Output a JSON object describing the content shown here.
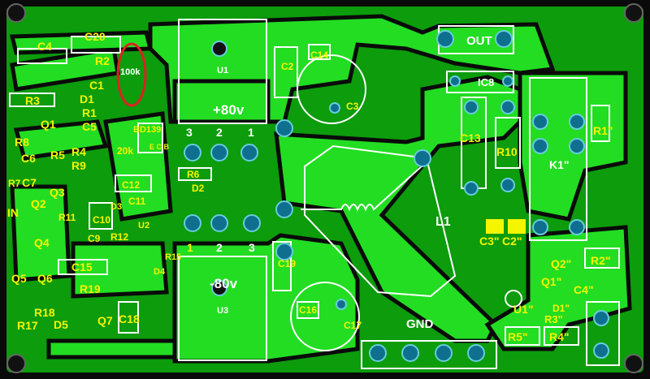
{
  "board": {
    "colors": {
      "background": "#0a0a0a",
      "copper_bg": "#0c9c0c",
      "copper_trace": "#22dd22",
      "silkscreen_label": "#f5f500",
      "silkscreen_line": "#ffffff",
      "pad": "#0f6f8f",
      "highlight_circle": "#dd2222"
    },
    "labels": {
      "c4": "C4",
      "c20": "C20",
      "r2": "R2",
      "pot_value": "100k",
      "r3": "R3",
      "c1": "C1",
      "d1": "D1",
      "r1": "R1",
      "q1": "Q1",
      "c5": "C5",
      "r8": "R8",
      "c6": "C6",
      "r5": "R5",
      "r4": "R4",
      "r9": "R9",
      "r7": "R7",
      "c7": "C7",
      "q3": "Q3",
      "q2": "Q2",
      "in": "IN",
      "bd139": "BD139",
      "bd139_pins": "E C B",
      "pot20k": "20k",
      "r6": "R6",
      "d2": "D2",
      "c12": "C12",
      "c11": "C11",
      "d3": "D3",
      "u2": "U2",
      "c10": "C10",
      "r11": "R11",
      "r12": "R12",
      "c9": "C9",
      "q4": "Q4",
      "c15": "C15",
      "q5": "Q5",
      "q6": "Q6",
      "r19": "R19",
      "r18": "R18",
      "r17": "R17",
      "d5": "D5",
      "q7": "Q7",
      "c18": "C18",
      "r15": "R15",
      "d4": "D4",
      "u1": "U1",
      "plus80": "+80v",
      "pin3_top": "3",
      "pin2_top": "2",
      "pin1_top": "1",
      "c2": "C2",
      "c14": "C14",
      "c3": "C3",
      "pin1_bot": "1",
      "pin2_bot": "2",
      "pin3_bot": "3",
      "minus80": "-80v",
      "u3": "U3",
      "c19": "C19",
      "c16": "C16",
      "c17": "C17",
      "gnd": "GND",
      "l1": "L1",
      "out": "OUT",
      "ic8": "IC8",
      "c13": "C13",
      "r10": "R10",
      "r1p": "R1\"",
      "k1p": "K1\"",
      "c3p": "C3\"",
      "c2p": "C2\"",
      "q2p": "Q2\"",
      "r2p": "R2\"",
      "q1p": "Q1\"",
      "c4p": "C4\"",
      "u1p": "U1\"",
      "d1p": "D1\"",
      "r3p": "R3\"",
      "r5p": "R5\"",
      "r4p": "R4\""
    }
  }
}
